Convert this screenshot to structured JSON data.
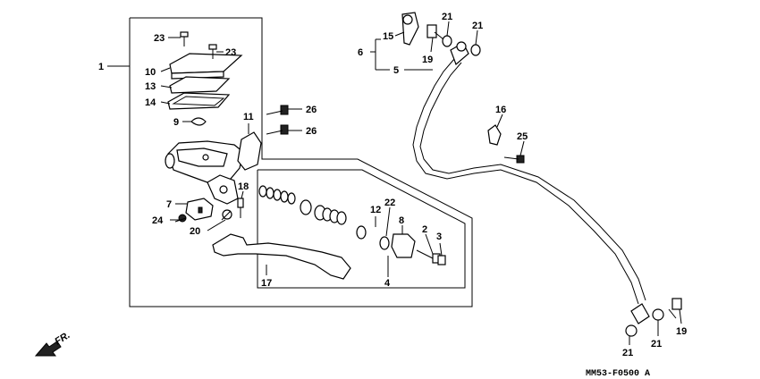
{
  "diagram_code": "MM53-F0500 A",
  "direction_label": "FR.",
  "callouts": {
    "c1": "1",
    "c2": "2",
    "c3": "3",
    "c4": "4",
    "c5": "5",
    "c6": "6",
    "c7": "7",
    "c8": "8",
    "c9": "9",
    "c10": "10",
    "c11": "11",
    "c12": "12",
    "c13": "13",
    "c14": "14",
    "c15": "15",
    "c16": "16",
    "c17": "17",
    "c18": "18",
    "c19a": "19",
    "c19b": "19",
    "c20": "20",
    "c21a": "21",
    "c21b": "21",
    "c21c": "21",
    "c21d": "21",
    "c22": "22",
    "c23a": "23",
    "c23b": "23",
    "c24": "24",
    "c25": "25",
    "c26a": "26",
    "c26b": "26"
  }
}
